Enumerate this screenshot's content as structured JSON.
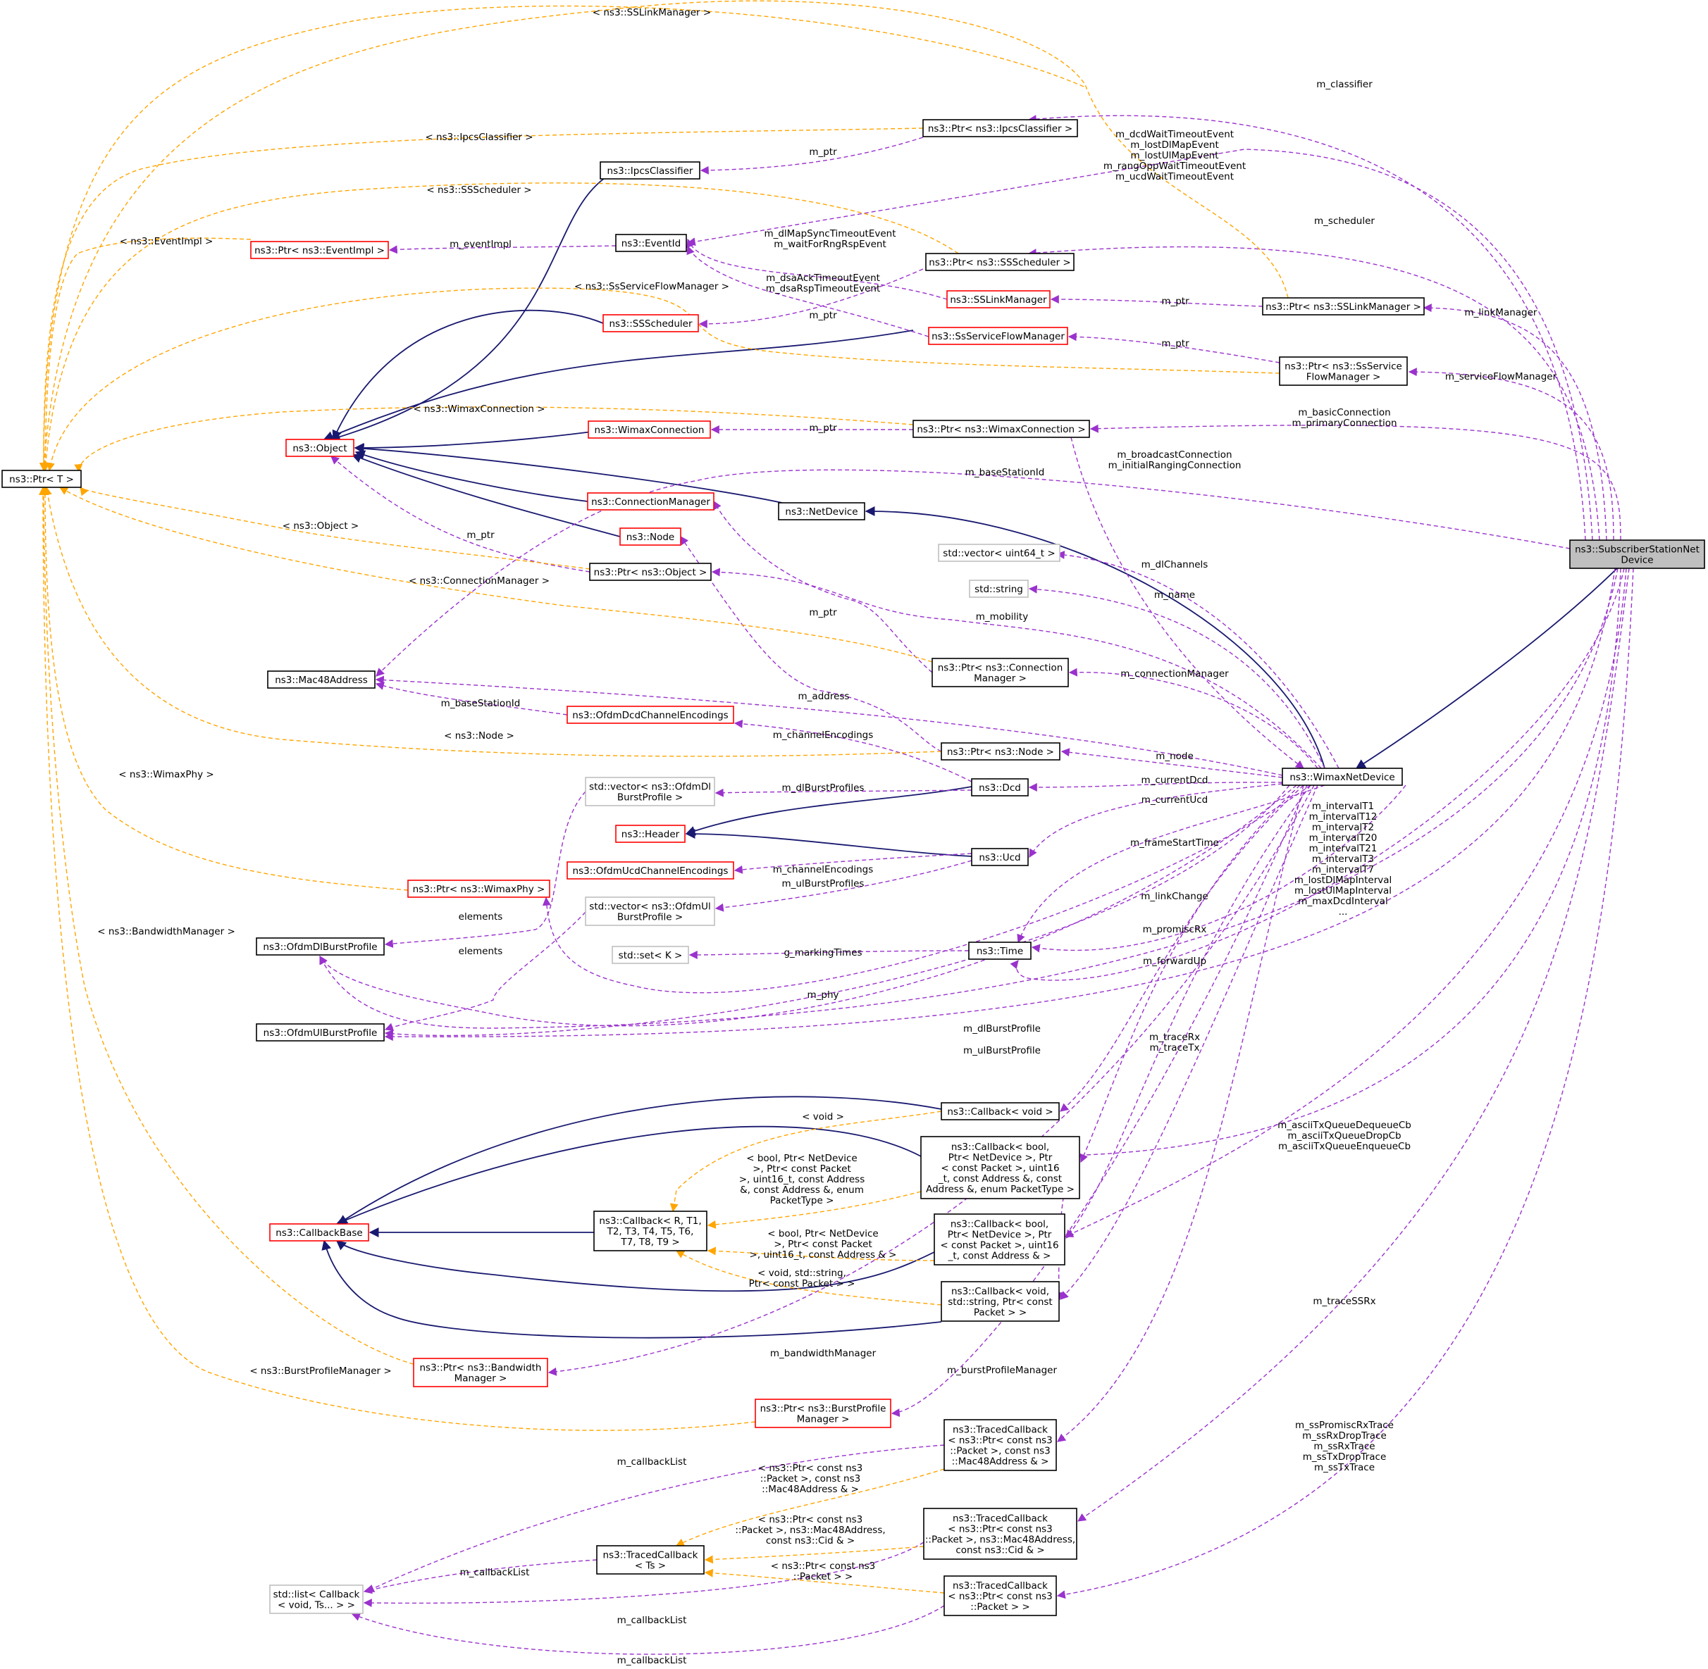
{
  "colors": {
    "inherit": "#191970",
    "member": "#9a32cd",
    "template": "#ffa500",
    "box_normal": "#000000",
    "box_red": "#ff0000",
    "box_gray": "#bfbfbf",
    "root_fill": "#bfbfbf"
  },
  "nodes": [
    {
      "id": "ptrT",
      "lines": [
        "ns3::Ptr< T >"
      ],
      "style": "normal"
    },
    {
      "id": "object",
      "lines": [
        "ns3::Object"
      ],
      "style": "red"
    },
    {
      "id": "mac48",
      "lines": [
        "ns3::Mac48Address"
      ],
      "style": "normal"
    },
    {
      "id": "ofdmDlBP",
      "lines": [
        "ns3::OfdmDlBurstProfile"
      ],
      "style": "normal"
    },
    {
      "id": "ofdmUlBP",
      "lines": [
        "ns3::OfdmUlBurstProfile"
      ],
      "style": "normal"
    },
    {
      "id": "callbackBase",
      "lines": [
        "ns3::CallbackBase"
      ],
      "style": "red"
    },
    {
      "id": "stdlist",
      "lines": [
        "std::list< Callback",
        "< void, Ts... > >"
      ],
      "style": "gray"
    },
    {
      "id": "ptrEventImpl",
      "lines": [
        "ns3::Ptr< ns3::EventImpl >"
      ],
      "style": "red"
    },
    {
      "id": "ipcsClassifier",
      "lines": [
        "ns3::IpcsClassifier"
      ],
      "style": "normal"
    },
    {
      "id": "eventId",
      "lines": [
        "ns3::EventId"
      ],
      "style": "normal"
    },
    {
      "id": "ssScheduler",
      "lines": [
        "ns3::SSScheduler"
      ],
      "style": "red"
    },
    {
      "id": "wimaxConn",
      "lines": [
        "ns3::WimaxConnection"
      ],
      "style": "red"
    },
    {
      "id": "connMgr",
      "lines": [
        "ns3::ConnectionManager"
      ],
      "style": "red"
    },
    {
      "id": "node",
      "lines": [
        "ns3::Node"
      ],
      "style": "red"
    },
    {
      "id": "ptrObject",
      "lines": [
        "ns3::Ptr< ns3::Object >"
      ],
      "style": "normal"
    },
    {
      "id": "ofdmDcdCE",
      "lines": [
        "ns3::OfdmDcdChannelEncodings"
      ],
      "style": "red"
    },
    {
      "id": "vecDlBP",
      "lines": [
        "std::vector< ns3::OfdmDl",
        "BurstProfile >"
      ],
      "style": "gray"
    },
    {
      "id": "header",
      "lines": [
        "ns3::Header"
      ],
      "style": "red"
    },
    {
      "id": "ofdmUcdCE",
      "lines": [
        "ns3::OfdmUcdChannelEncodings"
      ],
      "style": "red"
    },
    {
      "id": "ptrWimaxPhy",
      "lines": [
        "ns3::Ptr< ns3::WimaxPhy >"
      ],
      "style": "red"
    },
    {
      "id": "vecUlBP",
      "lines": [
        "std::vector< ns3::OfdmUl",
        "BurstProfile >"
      ],
      "style": "gray"
    },
    {
      "id": "stdset",
      "lines": [
        "std::set< K >"
      ],
      "style": "gray"
    },
    {
      "id": "callbackR",
      "lines": [
        "ns3::Callback< R, T1,",
        "T2, T3, T4, T5, T6,",
        "T7, T8, T9 >"
      ],
      "style": "normal"
    },
    {
      "id": "ptrBwMgr",
      "lines": [
        "ns3::Ptr< ns3::Bandwidth",
        "Manager >"
      ],
      "style": "red"
    },
    {
      "id": "ptrBpMgr",
      "lines": [
        "ns3::Ptr< ns3::BurstProfile",
        "Manager >"
      ],
      "style": "red"
    },
    {
      "id": "tracedCbTs",
      "lines": [
        "ns3::TracedCallback",
        "< Ts >"
      ],
      "style": "normal"
    },
    {
      "id": "ptrIpcs",
      "lines": [
        "ns3::Ptr< ns3::IpcsClassifier >"
      ],
      "style": "normal"
    },
    {
      "id": "ptrSSSched",
      "lines": [
        "ns3::Ptr< ns3::SSScheduler >"
      ],
      "style": "normal"
    },
    {
      "id": "ssLinkMgr",
      "lines": [
        "ns3::SSLinkManager"
      ],
      "style": "red"
    },
    {
      "id": "ssSfMgr",
      "lines": [
        "ns3::SsServiceFlowManager"
      ],
      "style": "red"
    },
    {
      "id": "ptrWimaxConn",
      "lines": [
        "ns3::Ptr< ns3::WimaxConnection >"
      ],
      "style": "normal"
    },
    {
      "id": "netDevice",
      "lines": [
        "ns3::NetDevice"
      ],
      "style": "normal"
    },
    {
      "id": "vecU64",
      "lines": [
        "std::vector< uint64_t >"
      ],
      "style": "gray"
    },
    {
      "id": "stdstring",
      "lines": [
        "std::string"
      ],
      "style": "gray"
    },
    {
      "id": "ptrConnMgr",
      "lines": [
        "ns3::Ptr< ns3::Connection",
        "Manager >"
      ],
      "style": "normal"
    },
    {
      "id": "ptrNode",
      "lines": [
        "ns3::Ptr< ns3::Node >"
      ],
      "style": "normal"
    },
    {
      "id": "dcd",
      "lines": [
        "ns3::Dcd"
      ],
      "style": "normal"
    },
    {
      "id": "ucd",
      "lines": [
        "ns3::Ucd"
      ],
      "style": "normal"
    },
    {
      "id": "time",
      "lines": [
        "ns3::Time"
      ],
      "style": "normal"
    },
    {
      "id": "cbVoid",
      "lines": [
        "ns3::Callback< void >"
      ],
      "style": "normal"
    },
    {
      "id": "cbBool1",
      "lines": [
        "ns3::Callback< bool,",
        "Ptr< NetDevice >, Ptr",
        "< const Packet >, uint16",
        "_t, const Address &, const",
        "Address &, enum PacketType >"
      ],
      "style": "normal"
    },
    {
      "id": "cbBool2",
      "lines": [
        "ns3::Callback< bool,",
        "Ptr< NetDevice >, Ptr",
        "< const Packet >, uint16",
        "_t, const Address & >"
      ],
      "style": "normal"
    },
    {
      "id": "cbVoidStr",
      "lines": [
        "ns3::Callback< void,",
        "std::string, Ptr< const",
        "Packet > >"
      ],
      "style": "normal"
    },
    {
      "id": "tcb1",
      "lines": [
        "ns3::TracedCallback",
        "< ns3::Ptr< const ns3",
        "::Packet >, const ns3",
        "::Mac48Address & >"
      ],
      "style": "normal"
    },
    {
      "id": "tcb2",
      "lines": [
        "ns3::TracedCallback",
        "< ns3::Ptr< const ns3",
        "::Packet >, ns3::Mac48Address,",
        "const ns3::Cid & >"
      ],
      "style": "normal"
    },
    {
      "id": "tcb3",
      "lines": [
        "ns3::TracedCallback",
        "< ns3::Ptr< const ns3",
        "::Packet > >"
      ],
      "style": "normal"
    },
    {
      "id": "ptrSSLink",
      "lines": [
        "ns3::Ptr< ns3::SSLinkManager >"
      ],
      "style": "normal"
    },
    {
      "id": "ptrSsSf",
      "lines": [
        "ns3::Ptr< ns3::SsService",
        "FlowManager >"
      ],
      "style": "normal"
    },
    {
      "id": "wimaxNetDev",
      "lines": [
        "ns3::WimaxNetDevice"
      ],
      "style": "normal"
    },
    {
      "id": "subscriber",
      "lines": [
        "ns3::SubscriberStationNet",
        "Device"
      ],
      "style": "root"
    }
  ],
  "labels": [
    {
      "id": "l_sslinkmgr",
      "lines": [
        "< ns3::SSLinkManager >"
      ]
    },
    {
      "id": "l_classifier",
      "lines": [
        "m_classifier"
      ]
    },
    {
      "id": "l_ipcs",
      "lines": [
        "< ns3::IpcsClassifier >"
      ]
    },
    {
      "id": "l_mptr1",
      "lines": [
        "m_ptr"
      ]
    },
    {
      "id": "l_events",
      "lines": [
        "m_dcdWaitTimeoutEvent",
        "m_lostDlMapEvent",
        "m_lostUlMapEvent",
        "m_rangOppWaitTimeoutEvent",
        "m_ucdWaitTimeoutEvent"
      ]
    },
    {
      "id": "l_sssched",
      "lines": [
        "< ns3::SSScheduler >"
      ]
    },
    {
      "id": "l_scheduler",
      "lines": [
        "m_scheduler"
      ]
    },
    {
      "id": "l_eventimpl_t",
      "lines": [
        "< ns3::EventImpl >"
      ]
    },
    {
      "id": "l_meventimpl",
      "lines": [
        "m_eventImpl"
      ]
    },
    {
      "id": "l_dlmap",
      "lines": [
        "m_dlMapSyncTimeoutEvent",
        "m_waitForRngRspEvent"
      ]
    },
    {
      "id": "l_ssSfMgr_t",
      "lines": [
        "< ns3::SsServiceFlowManager >"
      ]
    },
    {
      "id": "l_dsa",
      "lines": [
        "m_dsaAckTimeoutEvent",
        "m_dsaRspTimeoutEvent"
      ]
    },
    {
      "id": "l_mptr2",
      "lines": [
        "m_ptr"
      ]
    },
    {
      "id": "l_mptr3",
      "lines": [
        "m_ptr"
      ]
    },
    {
      "id": "l_linkmgr",
      "lines": [
        "m_linkManager"
      ]
    },
    {
      "id": "l_mptr4",
      "lines": [
        "m_ptr"
      ]
    },
    {
      "id": "l_sfmgr",
      "lines": [
        "m_serviceFlowManager"
      ]
    },
    {
      "id": "l_wimaxconn_t",
      "lines": [
        "< ns3::WimaxConnection >"
      ]
    },
    {
      "id": "l_mptr5",
      "lines": [
        "m_ptr"
      ]
    },
    {
      "id": "l_basicconn",
      "lines": [
        "m_basicConnection",
        "m_primaryConnection"
      ]
    },
    {
      "id": "l_bcast",
      "lines": [
        "m_broadcastConnection",
        "m_initialRangingConnection"
      ]
    },
    {
      "id": "l_bsid",
      "lines": [
        "m_baseStationId"
      ]
    },
    {
      "id": "l_object_t",
      "lines": [
        "< ns3::Object >"
      ]
    },
    {
      "id": "l_mptr6",
      "lines": [
        "m_ptr"
      ]
    },
    {
      "id": "l_mptr7",
      "lines": [
        "m_ptr"
      ]
    },
    {
      "id": "l_connmgr_t",
      "lines": [
        "< ns3::ConnectionManager >"
      ]
    },
    {
      "id": "l_dlchannels",
      "lines": [
        "m_dlChannels"
      ]
    },
    {
      "id": "l_name",
      "lines": [
        "m_name"
      ]
    },
    {
      "id": "l_mobility",
      "lines": [
        "m_mobility"
      ]
    },
    {
      "id": "l_mptr8",
      "lines": [
        "m_ptr"
      ]
    },
    {
      "id": "l_connmgr",
      "lines": [
        "m_connectionManager"
      ]
    },
    {
      "id": "l_address",
      "lines": [
        "m_address"
      ]
    },
    {
      "id": "l_bsid2",
      "lines": [
        "m_baseStationId"
      ]
    },
    {
      "id": "l_chenc1",
      "lines": [
        "m_channelEncodings"
      ]
    },
    {
      "id": "l_node_t",
      "lines": [
        "< ns3::Node >"
      ]
    },
    {
      "id": "l_mnode",
      "lines": [
        "m_node"
      ]
    },
    {
      "id": "l_wimaxphy_t",
      "lines": [
        "< ns3::WimaxPhy >"
      ]
    },
    {
      "id": "l_dlbp",
      "lines": [
        "m_dlBurstProfiles"
      ]
    },
    {
      "id": "l_curdcd",
      "lines": [
        "m_currentDcd"
      ]
    },
    {
      "id": "l_curucd",
      "lines": [
        "m_currentUcd"
      ]
    },
    {
      "id": "l_frametime",
      "lines": [
        "m_frameStartTime"
      ]
    },
    {
      "id": "l_intervals",
      "lines": [
        "m_intervalT1",
        "m_intervalT12",
        "m_intervalT2",
        "m_intervalT20",
        "m_intervalT21",
        "m_intervalT3",
        "m_intervalT7",
        "m_lostDlMapInterval",
        "m_lostUlMapInterval",
        "m_maxDcdInterval",
        "..."
      ]
    },
    {
      "id": "l_chenc2",
      "lines": [
        "m_channelEncodings"
      ]
    },
    {
      "id": "l_ulbp",
      "lines": [
        "m_ulBurstProfiles"
      ]
    },
    {
      "id": "l_elements1",
      "lines": [
        "elements"
      ]
    },
    {
      "id": "l_linkchange",
      "lines": [
        "m_linkChange"
      ]
    },
    {
      "id": "l_bwmgr_t",
      "lines": [
        "< ns3::BandwidthManager >"
      ]
    },
    {
      "id": "l_elements2",
      "lines": [
        "elements"
      ]
    },
    {
      "id": "l_promisc",
      "lines": [
        "m_promiscRx"
      ]
    },
    {
      "id": "l_marking",
      "lines": [
        "g_markingTimes"
      ]
    },
    {
      "id": "l_forwardup",
      "lines": [
        "m_forwardUp"
      ]
    },
    {
      "id": "l_phy",
      "lines": [
        "m_phy"
      ]
    },
    {
      "id": "l_dlbpro",
      "lines": [
        "m_dlBurstProfile"
      ]
    },
    {
      "id": "l_ulbpro",
      "lines": [
        "m_ulBurstProfile"
      ]
    },
    {
      "id": "l_tracerx",
      "lines": [
        "m_traceRx",
        "m_traceTx"
      ]
    },
    {
      "id": "l_void_t",
      "lines": [
        "< void >"
      ]
    },
    {
      "id": "l_ascii",
      "lines": [
        "m_asciiTxQueueDequeueCb",
        "m_asciiTxQueueDropCb",
        "m_asciiTxQueueEnqueueCb"
      ]
    },
    {
      "id": "l_boolcb1_t",
      "lines": [
        "< bool, Ptr< NetDevice",
        ">, Ptr< const Packet",
        ">, uint16_t, const Address",
        "&, const Address &, enum",
        "PacketType >"
      ]
    },
    {
      "id": "l_boolcb2_t",
      "lines": [
        "< bool, Ptr< NetDevice",
        ">, Ptr< const Packet",
        ">, uint16_t, const Address & >"
      ]
    },
    {
      "id": "l_voidstr_t",
      "lines": [
        "< void, std::string,",
        "Ptr< const Packet > >"
      ]
    },
    {
      "id": "l_tracessrx",
      "lines": [
        "m_traceSSRx"
      ]
    },
    {
      "id": "l_bwmgr",
      "lines": [
        "m_bandwidthManager"
      ]
    },
    {
      "id": "l_bpmgr_t",
      "lines": [
        "< ns3::BurstProfileManager >"
      ]
    },
    {
      "id": "l_bpmgr",
      "lines": [
        "m_burstProfileManager"
      ]
    },
    {
      "id": "l_sstraces",
      "lines": [
        "m_ssPromiscRxTrace",
        "m_ssRxDropTrace",
        "m_ssRxTrace",
        "m_ssTxDropTrace",
        "m_ssTxTrace"
      ]
    },
    {
      "id": "l_cblist1",
      "lines": [
        "m_callbackList"
      ]
    },
    {
      "id": "l_tcb1_t",
      "lines": [
        "< ns3::Ptr< const ns3",
        "::Packet >, const ns3",
        "::Mac48Address & >"
      ]
    },
    {
      "id": "l_tcb2_t",
      "lines": [
        "< ns3::Ptr< const ns3",
        "::Packet >, ns3::Mac48Address,",
        "const ns3::Cid & >"
      ]
    },
    {
      "id": "l_cblist2",
      "lines": [
        "m_callbackList"
      ]
    },
    {
      "id": "l_tcb3_t",
      "lines": [
        "< ns3::Ptr< const ns3",
        "::Packet > >"
      ]
    },
    {
      "id": "l_cblist3",
      "lines": [
        "m_callbackList"
      ]
    },
    {
      "id": "l_cblist4",
      "lines": [
        "m_callbackList"
      ]
    }
  ]
}
